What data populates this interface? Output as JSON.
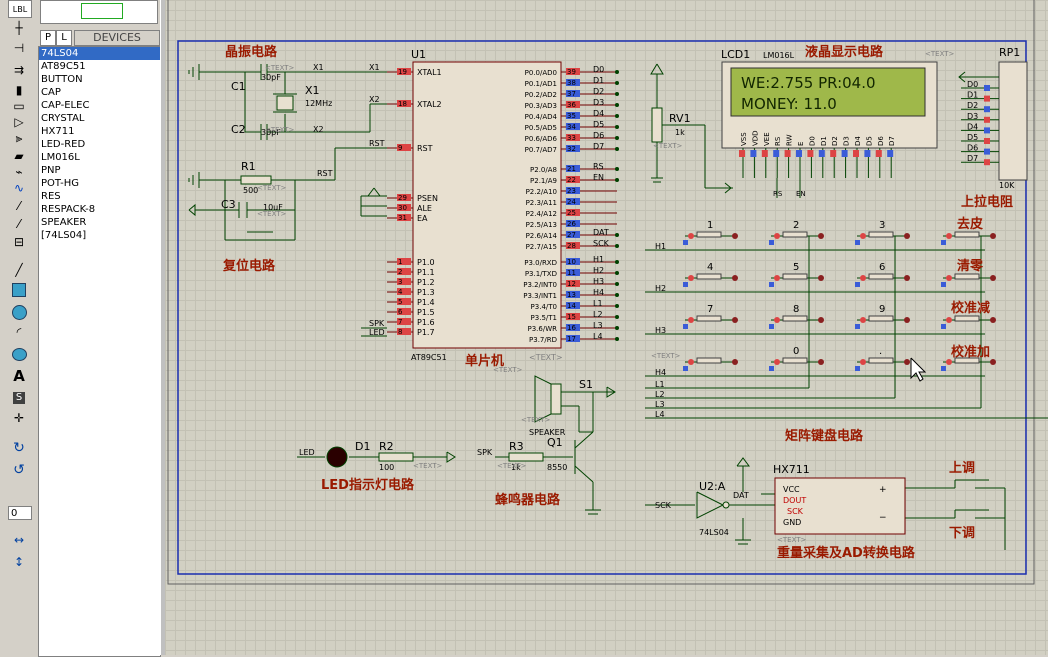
{
  "device_panel": {
    "tab_p": "P",
    "tab_l": "L",
    "header": "DEVICES",
    "devices": [
      "74LS04",
      "AT89C51",
      "BUTTON",
      "CAP",
      "CAP-ELEC",
      "CRYSTAL",
      "HX711",
      "LED-RED",
      "LM016L",
      "PNP",
      "POT-HG",
      "RES",
      "RESPACK-8",
      "SPEAKER",
      "[74LS04]"
    ],
    "selected": "74LS04"
  },
  "toolbar": {
    "rotation_value": "0",
    "lbl_label": "LBL",
    "text_tool": "A",
    "script_tool": "S"
  },
  "schematic": {
    "section_titles": {
      "crystal": "晶振电路",
      "reset": "复位电路",
      "mcu": "单片机",
      "lcd": "液晶显示电路",
      "pullup": "上拉电阻",
      "keypad": "矩阵键盘电路",
      "led": "LED指示灯电路",
      "buzzer": "蜂鸣器电路",
      "adc": "重量采集及AD转换电路"
    },
    "key_labels": [
      "去皮",
      "清零",
      "校准减",
      "校准加",
      "上调",
      "下调"
    ],
    "lcd": {
      "ref": "LCD1",
      "part": "LM016L",
      "line1": "WE:2.755 PR:04.0",
      "line2": "MONEY: 11.0",
      "pins": [
        "VSS",
        "VDD",
        "VEE",
        "RS",
        "RW",
        "E",
        "D0",
        "D1",
        "D2",
        "D3",
        "D4",
        "D5",
        "D6",
        "D7"
      ]
    },
    "mcu": {
      "ref": "U1",
      "part": "AT89C51",
      "text_tag": "<TEXT>",
      "left_pins": [
        {
          "num": "19",
          "name": "XTAL1"
        },
        {
          "num": "18",
          "name": "XTAL2"
        },
        {
          "num": "9",
          "name": "RST"
        },
        {
          "num": "29",
          "name": "PSEN"
        },
        {
          "num": "30",
          "name": "ALE"
        },
        {
          "num": "31",
          "name": "EA"
        },
        {
          "num": "1",
          "name": "P1.0"
        },
        {
          "num": "2",
          "name": "P1.1"
        },
        {
          "num": "3",
          "name": "P1.2"
        },
        {
          "num": "4",
          "name": "P1.3"
        },
        {
          "num": "5",
          "name": "P1.4"
        },
        {
          "num": "6",
          "name": "P1.5"
        },
        {
          "num": "7",
          "name": "P1.6"
        },
        {
          "num": "8",
          "name": "P1.7"
        }
      ],
      "right_pins": [
        {
          "num": "39",
          "name": "P0.0/AD0",
          "net": "D0"
        },
        {
          "num": "38",
          "name": "P0.1/AD1",
          "net": "D1"
        },
        {
          "num": "37",
          "name": "P0.2/AD2",
          "net": "D2"
        },
        {
          "num": "36",
          "name": "P0.3/AD3",
          "net": "D3"
        },
        {
          "num": "35",
          "name": "P0.4/AD4",
          "net": "D4"
        },
        {
          "num": "34",
          "name": "P0.5/AD5",
          "net": "D5"
        },
        {
          "num": "33",
          "name": "P0.6/AD6",
          "net": "D6"
        },
        {
          "num": "32",
          "name": "P0.7/AD7",
          "net": "D7"
        },
        {
          "num": "21",
          "name": "P2.0/A8",
          "net": "RS"
        },
        {
          "num": "22",
          "name": "P2.1/A9",
          "net": "EN"
        },
        {
          "num": "23",
          "name": "P2.2/A10",
          "net": ""
        },
        {
          "num": "24",
          "name": "P2.3/A11",
          "net": ""
        },
        {
          "num": "25",
          "name": "P2.4/A12",
          "net": ""
        },
        {
          "num": "26",
          "name": "P2.5/A13",
          "net": ""
        },
        {
          "num": "27",
          "name": "P2.6/A14",
          "net": "DAT"
        },
        {
          "num": "28",
          "name": "P2.7/A15",
          "net": "SCK"
        },
        {
          "num": "10",
          "name": "P3.0/RXD",
          "net": "H1"
        },
        {
          "num": "11",
          "name": "P3.1/TXD",
          "net": "H2"
        },
        {
          "num": "12",
          "name": "P3.2/INT0",
          "net": "H3"
        },
        {
          "num": "13",
          "name": "P3.3/INT1",
          "net": "H4"
        },
        {
          "num": "14",
          "name": "P3.4/T0",
          "net": "L1"
        },
        {
          "num": "15",
          "name": "P3.5/T1",
          "net": "L2"
        },
        {
          "num": "16",
          "name": "P3.6/WR",
          "net": "L3"
        },
        {
          "num": "17",
          "name": "P3.7/RD",
          "net": "L4"
        }
      ]
    },
    "crystal": {
      "c1": "C1",
      "c1_val": "30pF",
      "c2": "C2",
      "c2_val": "30pF",
      "x1": "X1",
      "x1_val": "12MHz",
      "net1": "X1",
      "net2": "X2"
    },
    "reset": {
      "r1": "R1",
      "r1_val": "500",
      "c3": "C3",
      "c3_val": "10uF",
      "net": "RST"
    },
    "rp1": {
      "ref": "RP1",
      "val": "10K",
      "nets": [
        "D0",
        "D1",
        "D2",
        "D3",
        "D4",
        "D5",
        "D6",
        "D7"
      ]
    },
    "rv1": {
      "ref": "RV1",
      "val": "1k"
    },
    "keypad": {
      "rows": [
        "H1",
        "H2",
        "H3",
        "H4"
      ],
      "cols": [
        "L1",
        "L2",
        "L3",
        "L4"
      ],
      "key_numbers": [
        [
          "1",
          "2",
          "3"
        ],
        [
          "4",
          "5",
          "6"
        ],
        [
          "7",
          "8",
          "9"
        ],
        [
          "",
          "0",
          "."
        ]
      ]
    },
    "led": {
      "ref": "D1",
      "net": "LED",
      "r": "R2",
      "r_val": "100"
    },
    "buzzer": {
      "net": "SPK",
      "r": "R3",
      "r_val": "1k",
      "q": "Q1",
      "q_val": "8550",
      "spk": "S1",
      "spk_val": "SPEAKER"
    },
    "adc": {
      "u2": "U2:A",
      "u2_val": "74LS04",
      "ref": "HX711",
      "pins": [
        "VCC",
        "DOUT",
        "SCK",
        "GND"
      ],
      "net_sck": "SCK",
      "net_dat": "DAT"
    },
    "text_tag": "<TEXT>",
    "lcd_net_rs": "RS",
    "lcd_net_en": "EN",
    "mcu_net_spk": "SPK",
    "mcu_net_led": "LED",
    "mcu_net_rst": "RST",
    "mcu_net_x1": "X1",
    "mcu_net_x2": "X2"
  },
  "colors": {
    "wire": "#004200",
    "section_title": "#9a1a00",
    "body_fill": "#e8e0d0",
    "lcd_screen": "#9fb84a",
    "lcd_text": "#122600",
    "pin_blue": "#0000c8",
    "pin_red": "#c80000",
    "frame": "#1a2db0",
    "label": "#000000"
  }
}
